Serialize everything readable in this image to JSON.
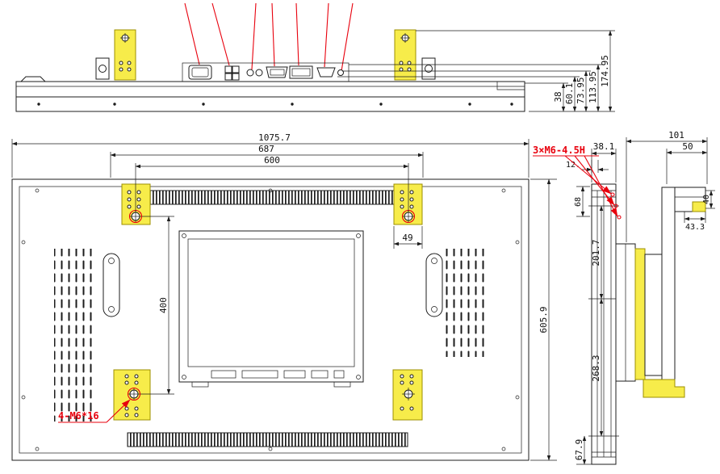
{
  "drawing": {
    "background": "#ffffff",
    "line_color": "#1c1c1c",
    "accent_red": "#e8000d",
    "highlight_yellow": "#f7ec4a"
  },
  "top_view": {
    "name": "top-connector-view",
    "dims": {
      "h1": "38",
      "h2": "60.1",
      "h3": "73.95",
      "h4": "113.95",
      "h5": "174.95"
    }
  },
  "rear_view": {
    "name": "rear-panel-view",
    "dims": {
      "overall_width": "1075.7",
      "bracket_span": "687",
      "vesa_width": "600",
      "pad_width": "49",
      "overall_height": "605.9",
      "vesa_height": "400"
    },
    "notes": {
      "mount_screws": "4-M6*16"
    }
  },
  "side_view": {
    "name": "side-profile-view",
    "dims": {
      "depth": "38.1",
      "front_depth": "12.",
      "top_offset": "68",
      "upper_height": "201.7",
      "lower_height": "268.3",
      "bottom_offset": "67.9",
      "bracket_width": "101",
      "rail_width": "50",
      "hook_height": "40",
      "hook_width": "43.3"
    },
    "notes": {
      "side_holes": "3×M6-4.5H"
    }
  }
}
